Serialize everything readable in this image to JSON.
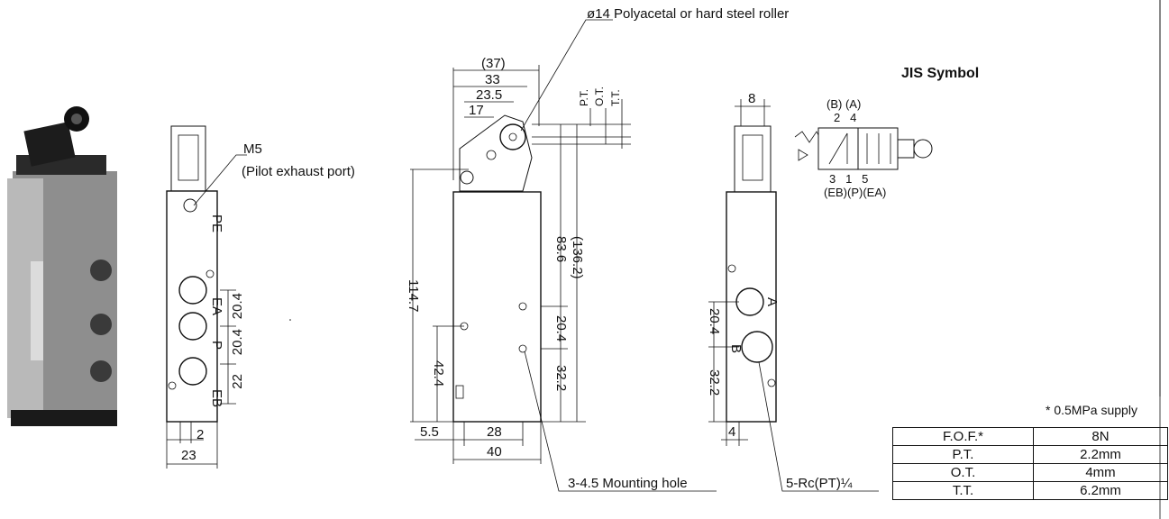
{
  "jis_title": "JIS Symbol",
  "notes": {
    "roller": "ø14 Polyacetal or hard steel roller",
    "m5": "M5",
    "pilot_exhaust": "(Pilot exhaust port)",
    "mounting_hole": "3-4.5 Mounting hole",
    "port_thread": "5-Rc(PT)¼",
    "supply": "* 0.5MPa supply"
  },
  "side_view": {
    "port_labels": [
      "PE",
      "EA",
      "P",
      "EB"
    ],
    "dims": [
      "20.4",
      "20.4",
      "22",
      "2",
      "23"
    ]
  },
  "front_view": {
    "top_dims": [
      "(37)",
      "33",
      "23.5",
      "17"
    ],
    "stroke_labels": [
      "P.T.",
      "O.T.",
      "T.T."
    ],
    "height_dims": [
      "83.6",
      "(136.2)",
      "114.7",
      "42.4",
      "20.4",
      "32.2"
    ],
    "bottom_dims": [
      "5.5",
      "28",
      "40"
    ]
  },
  "rear_view": {
    "top_dim": "8",
    "port_labels": [
      "A",
      "B"
    ],
    "dims": [
      "20.4",
      "32.2",
      "4"
    ]
  },
  "symbol": {
    "top_labels": "(B) (A)",
    "top_numbers": "2   4",
    "bottom_numbers": "3   1   5",
    "bottom_labels": "(EB)(P)(EA)"
  },
  "spec_table": [
    {
      "key": "F.O.F.*",
      "value": "8N"
    },
    {
      "key": "P.T.",
      "value": "2.2mm"
    },
    {
      "key": "O.T.",
      "value": "4mm"
    },
    {
      "key": "T.T.",
      "value": "6.2mm"
    }
  ]
}
